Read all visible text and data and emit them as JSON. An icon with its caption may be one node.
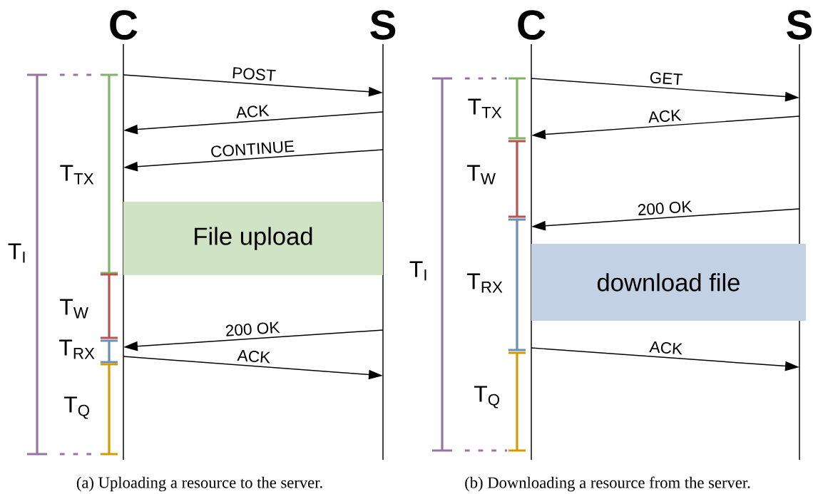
{
  "diagram": {
    "nodes": [
      {
        "text": [
          "C"
        ]
      },
      {
        "text": [
          "S"
        ]
      },
      {
        "text": [
          "File upload"
        ]
      },
      {
        "text": [
          "C"
        ]
      },
      {
        "text": [
          "S"
        ]
      },
      {
        "text": [
          "download file"
        ]
      }
    ],
    "edges": [
      {
        "from": 0,
        "to": 1,
        "arrow": "to",
        "label": "POST"
      },
      {
        "from": 1,
        "to": 0,
        "arrow": "to",
        "label": "ACK"
      },
      {
        "from": 1,
        "to": 0,
        "arrow": "to",
        "label": "CONTINUE"
      },
      {
        "from": 1,
        "to": 0,
        "arrow": "to",
        "label": "200 OK"
      },
      {
        "from": 0,
        "to": 1,
        "arrow": "to",
        "label": "ACK"
      },
      {
        "from": 3,
        "to": 4,
        "arrow": "to",
        "label": "GET"
      },
      {
        "from": 4,
        "to": 3,
        "arrow": "to",
        "label": "ACK"
      },
      {
        "from": 4,
        "to": 3,
        "arrow": "to",
        "label": "200 OK"
      },
      {
        "from": 3,
        "to": 4,
        "arrow": "to",
        "label": "ACK"
      }
    ],
    "labels": [
      "T$_{TX}$",
      "T$_{W}$",
      "T$_{RX}$",
      "T$_{Q}$",
      "T$_{I}$",
      "T$_{TX}$",
      "T$_{W}$",
      "T$_{RX}$",
      "T$_{Q}$",
      "T$_{I}$",
      "(a) Uploading a resource to the server.",
      "(b) Downloading a resource from the server."
    ]
  }
}
